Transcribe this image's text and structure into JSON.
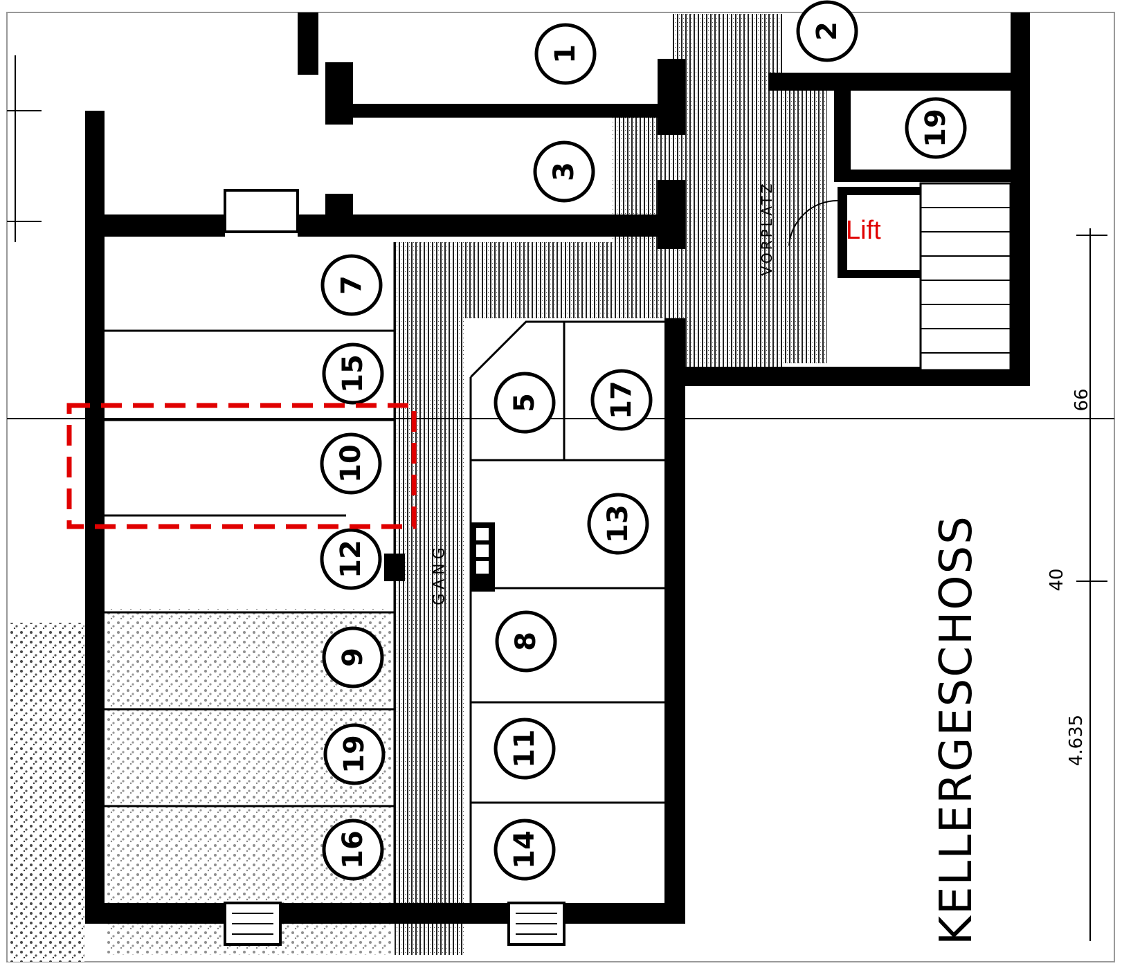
{
  "colors": {
    "walls": "#000000",
    "paper": "#ffffff",
    "highlight": "#e00000"
  },
  "labels": {
    "floor_title": "KELLERGESCHOSS",
    "corridor": "GANG",
    "hall": "VORPLATZ",
    "lift": "Lift",
    "dim_66": "66",
    "dim_4635": "4.635",
    "dim_40": "40"
  },
  "rooms": [
    "1",
    "2",
    "3",
    "19",
    "7",
    "15",
    "10",
    "12",
    "9",
    "19",
    "16",
    "5",
    "17",
    "13",
    "8",
    "11",
    "14"
  ],
  "highlight": {
    "room": "10",
    "style": "red dashed outline"
  }
}
